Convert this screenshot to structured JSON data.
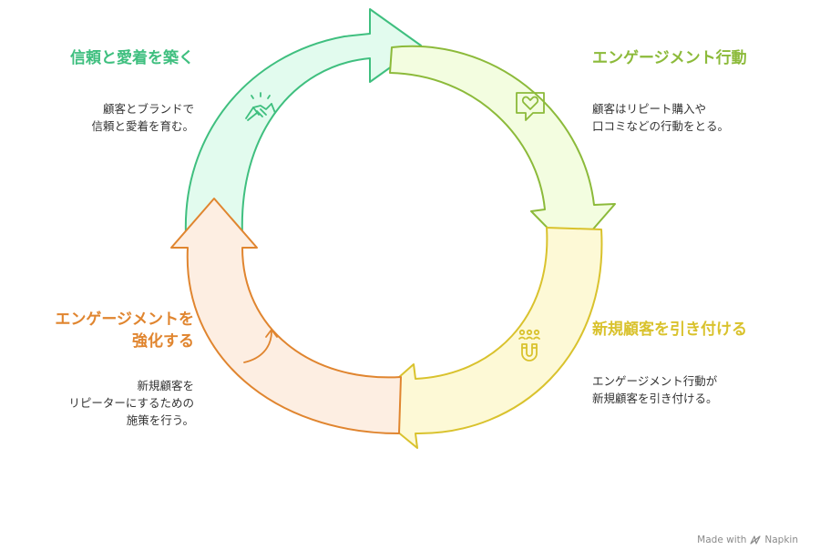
{
  "colors": {
    "green": "#3fbf7f",
    "lime": "#8cba3a",
    "yellow": "#d9c22d",
    "orange": "#e0852f"
  },
  "segments": [
    {
      "title": "信頼と愛着を築く",
      "description": [
        "顧客とブランドで",
        "信頼と愛着を育む。"
      ],
      "icon": "handshake-icon"
    },
    {
      "title": "エンゲージメント行動",
      "description": [
        "顧客はリピート購入や",
        "口コミなどの行動をとる。"
      ],
      "icon": "heart-chat-icon"
    },
    {
      "title": "新規顧客を引き付ける",
      "description": [
        "エンゲージメント行動が",
        "新規顧客を引き付ける。"
      ],
      "icon": "magnet-people-icon"
    },
    {
      "title_lines": [
        "エンゲージメントを",
        "強化する"
      ],
      "description": [
        "新規顧客を",
        "リピーターにするための",
        "施策を行う。"
      ],
      "icon": "upward-arrow-icon"
    }
  ],
  "footer": {
    "text": "Made with",
    "brand": "Napkin"
  }
}
